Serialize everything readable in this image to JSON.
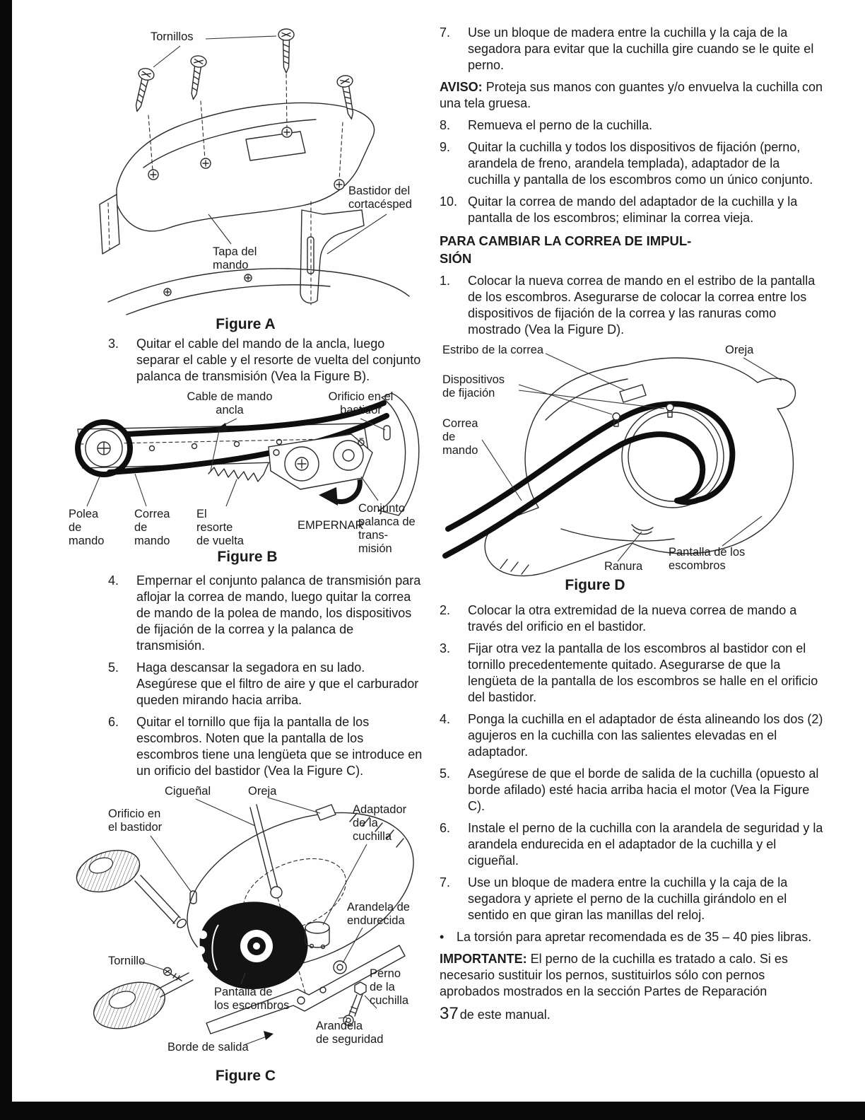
{
  "page": {
    "number": "37"
  },
  "left": {
    "items": [
      {
        "num": "3.",
        "text": "Quitar el cable del mando de la ancla, luego separar el cable y el resorte de vuelta del conjunto palanca de transmisión (Vea la Figure B)."
      },
      {
        "num": "4.",
        "text": "Empernar el conjunto palanca de transmisión para aflojar la correa de mando, luego quitar la correa de mando de la polea de mando, los dispositivos de fijación de la correa y la palanca de transmisión."
      },
      {
        "num": "5.",
        "text": "Haga descansar la segadora en su lado. Asegúrese que el filtro de aire y que el carburador queden mirando hacia arriba."
      },
      {
        "num": "6.",
        "text": "Quitar el tornillo que fija la pantalla de los escombros. Noten que la pantalla de los escombros tiene una lengüeta que se introduce en un orificio del bastidor (Vea la Figure C)."
      }
    ]
  },
  "right": {
    "item7": {
      "num": "7.",
      "text": "Use un bloque de madera entre la cuchilla y la caja de la segadora para evitar que la cuchilla gire cuando se le quite el perno."
    },
    "aviso": {
      "label": "AVISO:",
      "text": "Proteja sus manos con guantes y/o envuelva la cuchilla con una tela gruesa."
    },
    "item8": {
      "num": "8.",
      "text": "Remueva el perno de la cuchilla."
    },
    "item9": {
      "num": "9.",
      "text": "Quitar la cuchilla y todos los dispositivos de fijación (perno, arandela de freno, arandela templada), adaptador de la cuchilla y pantalla de los escombros como un único conjunto."
    },
    "item10": {
      "num": "10.",
      "text": "Quitar la correa de mando del adaptador de la cuchilla y la pantalla de los escombros; eliminar la correa vieja."
    },
    "section_heading": "PARA CAMBIAR LA CORREA DE IMPUL-\nSIÓN",
    "steps": [
      {
        "num": "1.",
        "text": "Colocar la nueva correa de mando en el estribo de la pantalla de los escombros. Asegurarse de colocar la correa entre los dispositivos de fijación de la correa y las ranuras como mostrado (Vea la Figure D)."
      },
      {
        "num": "2.",
        "text": "Colocar la otra extremidad de la nueva correa de mando a través del orificio en el bastidor."
      },
      {
        "num": "3.",
        "text": "Fijar otra vez la pantalla de los escombros al bastidor con el tornillo precedentemente quitado. Asegurarse de que la lengüeta de la pantalla de los escombros se halle en el orificio del bastidor."
      },
      {
        "num": "4.",
        "text": "Ponga la cuchilla en el adaptador de ésta alineando los dos (2) agujeros en la cuchilla con las salientes elevadas en el adaptador."
      },
      {
        "num": "5.",
        "text": "Asegúrese de que el borde de salida de la cuchilla (opuesto al borde afilado) esté hacia arriba hacia el motor (Vea la Figure C)."
      },
      {
        "num": "6.",
        "text": "Instale el perno de la cuchilla con la arandela de seguridad y la arandela endurecida en el adaptador de la cuchilla y el cigueñal."
      },
      {
        "num": "7.",
        "text": "Use un bloque de madera entre la cuchilla y la caja de la segadora y apriete el perno de la cuchilla girándolo en el sentido en que giran las manillas del reloj."
      }
    ],
    "bullet": {
      "marker": "•",
      "text": "La torsión para apretar recomendada es de 35 – 40 pies libras."
    },
    "importante": {
      "label": "IMPORTANTE:",
      "text": "El perno de la cuchilla es tratado a calo. Si es necesario sustituir los pernos, sustituirlos sólo con pernos aprobados mostrados en la sección Partes de Reparación",
      "tail": "de este manual."
    }
  },
  "figures": {
    "a": {
      "caption": "Figure A",
      "labels": {
        "tornillos": "Tornillos",
        "bastidor": "Bastidor del\ncortacésped",
        "tapa": "Tapa del\nmando"
      }
    },
    "b": {
      "caption": "Figure B",
      "labels": {
        "cable": "Cable de mando\nancla",
        "orificio": "Orificio en el\nbastidor",
        "polea": "Polea\nde\nmando",
        "correa": "Correa\nde\nmando",
        "resorte": "El\nresorte\nde vuelta",
        "empernar": "EMPERNAR",
        "conjunto": "Conjunto\npalanca de\ntrans-\nmisión"
      }
    },
    "c": {
      "caption": "Figure C",
      "labels": {
        "ciguenal": "Cigueñal",
        "oreja": "Oreja",
        "orificio": "Orificio en\nel bastidor",
        "adaptador": "Adaptador\nde la\ncuchilla",
        "arandela_end": "Arandela de\nendurecida",
        "tornillo": "Tornillo",
        "pantalla": "Pantalla de\nlos escombros",
        "perno": "Perno\nde la\ncuchilla",
        "arandela_seg": "Arandela\nde seguridad",
        "borde": "Borde de salida"
      }
    },
    "d": {
      "caption": "Figure D",
      "labels": {
        "estribo": "Estribo de la correa",
        "oreja": "Oreja",
        "dispositivos": "Dispositivos\nde fijación",
        "correa": "Correa\nde\nmando",
        "ranura": "Ranura",
        "pantalla": "Pantalla de los\nescombros"
      }
    }
  }
}
